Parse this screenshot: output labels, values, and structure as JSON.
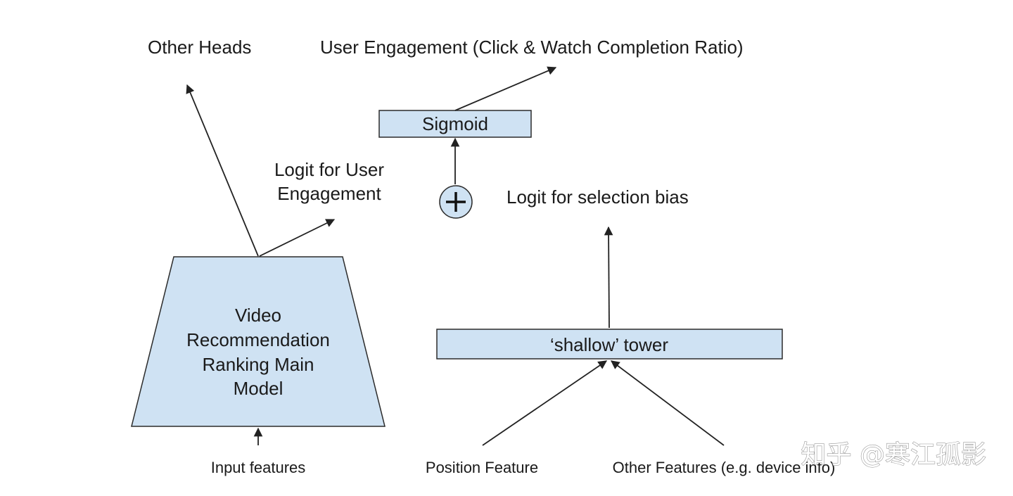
{
  "labels": {
    "other_heads": "Other Heads",
    "user_engagement": "User Engagement (Click & Watch Completion Ratio)",
    "logit_user_engagement_line1": "Logit for User",
    "logit_user_engagement_line2": "Engagement",
    "logit_selection_bias": "Logit for selection bias",
    "input_features": "Input features",
    "position_feature": "Position Feature",
    "other_features": "Other Features (e.g. device info)"
  },
  "boxes": {
    "sigmoid": "Sigmoid",
    "shallow_tower": "‘shallow’ tower",
    "main_model_line1": "Video",
    "main_model_line2": "Recommendation",
    "main_model_line3": "Ranking Main",
    "main_model_line4": "Model"
  },
  "operators": {
    "add_symbol": "+"
  },
  "watermark": "知乎 @寒江孤影",
  "colors": {
    "box_fill": "#cfe2f3",
    "stroke": "#222222"
  }
}
